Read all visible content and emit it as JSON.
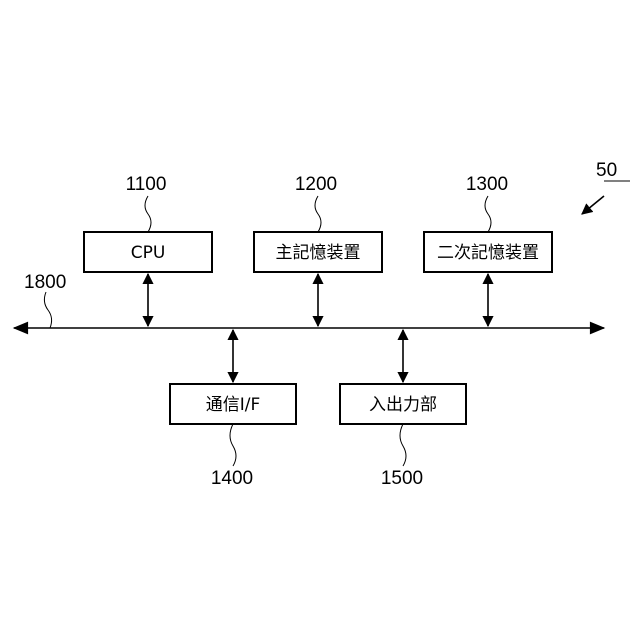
{
  "figure_ref": "50",
  "bus": {
    "ref": "1800"
  },
  "components": [
    {
      "id": "cpu",
      "ref": "1100",
      "label": "CPU"
    },
    {
      "id": "main-memory",
      "ref": "1200",
      "label": "主記憶装置"
    },
    {
      "id": "secondary-storage",
      "ref": "1300",
      "label": "二次記憶装置"
    },
    {
      "id": "comm-if",
      "ref": "1400",
      "label": "通信I/F"
    },
    {
      "id": "io-unit",
      "ref": "1500",
      "label": "入出力部"
    }
  ]
}
